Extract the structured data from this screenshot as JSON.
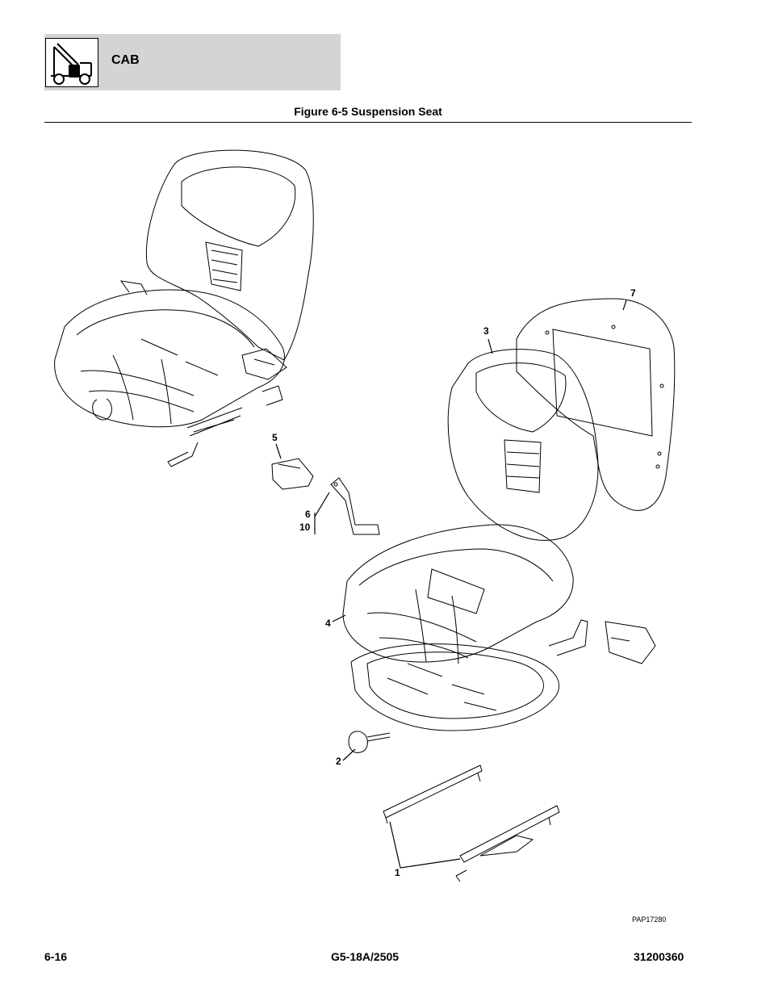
{
  "header": {
    "section_title": "CAB",
    "logo_icon": "telehandler-cab-icon"
  },
  "figure": {
    "title": "Figure 6-5 Suspension Seat",
    "callouts": {
      "c1": "1",
      "c2": "2",
      "c3": "3",
      "c4": "4",
      "c5": "5",
      "c6": "6",
      "c10": "10",
      "c7": "7"
    },
    "drawing_code": "PAP17280"
  },
  "footer": {
    "page_number": "6-16",
    "model": "G5-18A/2505",
    "doc_number": "31200360"
  }
}
